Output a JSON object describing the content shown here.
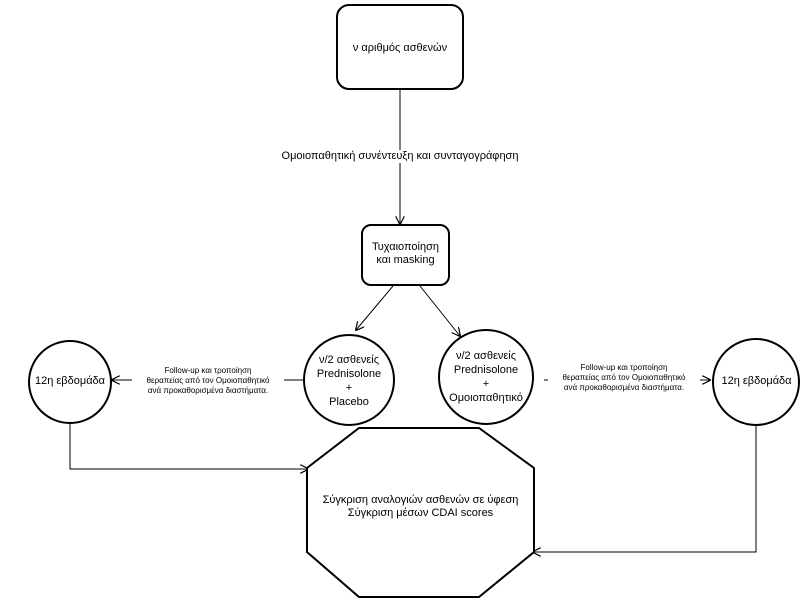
{
  "diagram": {
    "nodes": {
      "patients": "ν αριθμός ασθενών",
      "randomization": [
        "Τυχαιοποίηση",
        "και masking"
      ],
      "arm_placebo": [
        "ν/2 ασθενείς",
        "Prednisolone",
        "+",
        "Placebo"
      ],
      "arm_homeopathic": [
        "ν/2 ασθενείς",
        "Prednisolone",
        "+",
        "Ομοιοπαθητικό"
      ],
      "week_left": "12η εβδομάδα",
      "week_right": "12η εβδομάδα",
      "comparison": [
        "Σύγκριση αναλογιών ασθενών σε ύφεση",
        "Σύγκριση μέσων CDAI scores"
      ]
    },
    "edges": {
      "interview": "Ομοιοπαθητική συνέντευξη και συνταγογράφηση",
      "followup_left": [
        "Follow-up και τροποίηση",
        "θεραπείας από τον Ομοιοπαθητικό",
        "ανά προκαθορισμένα διαστήματα."
      ],
      "followup_right": [
        "Follow-up και τροποίηση",
        "θεραπείας από τον Ομοιοπαθητικό",
        "ανά προκαθορισμένα διαστήματα."
      ]
    }
  }
}
